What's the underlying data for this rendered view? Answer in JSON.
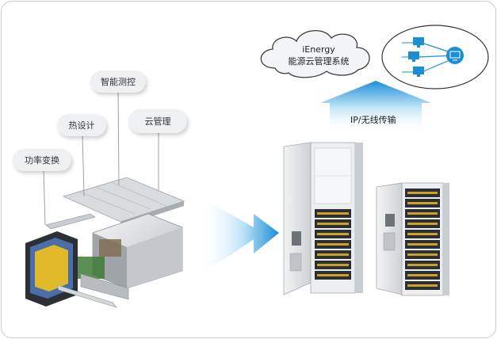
{
  "labels": {
    "power_conversion": "功率变换",
    "thermal_design": "热设计",
    "smart_monitoring": "智能测控",
    "cloud_management": "云管理"
  },
  "cloud": {
    "line1": "iEnergy",
    "line2": "能源云管理系统"
  },
  "arrow": {
    "label": "IP/无线传输"
  },
  "colors": {
    "accent": "#1a8fd6",
    "bubble_bg": "#eef0f2",
    "cabinet_gray": "#e4e6e8"
  }
}
